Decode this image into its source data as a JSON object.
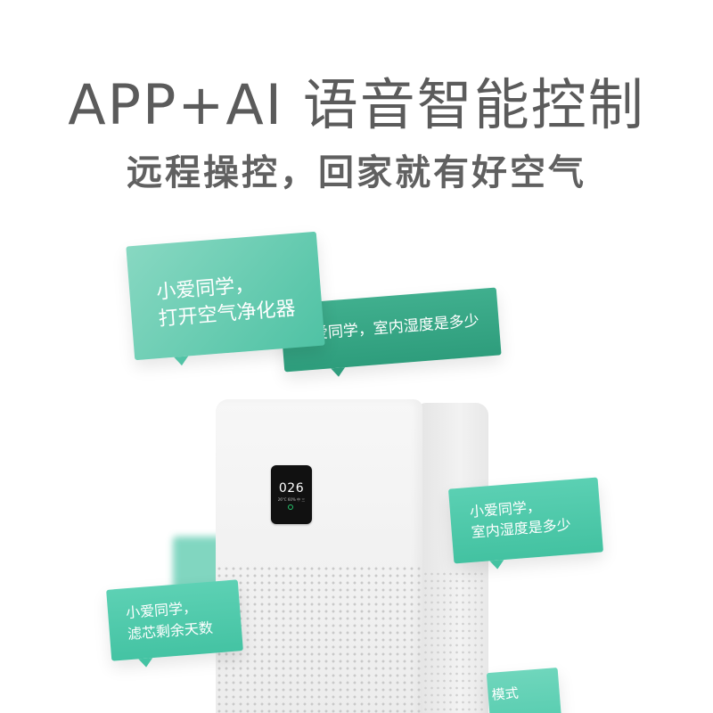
{
  "header": {
    "title": "APP+AI 语音智能控制",
    "subtitle": "远程操控，回家就有好空气"
  },
  "bubbles": [
    {
      "text": "小爱同学，\n打开空气净化器"
    },
    {
      "text": "小爱同学，室内湿度是多少"
    },
    {
      "text": "小爱同学，\n室内湿度是多少"
    },
    {
      "text": "小爱同学，\n滤芯剩余天数"
    },
    {
      "text": "模式"
    }
  ],
  "purifier": {
    "display_value": "026",
    "display_detail": "26°C 60%  中 三"
  },
  "colors": {
    "text_primary": "#5b5b5b",
    "bubble_light": "#4fc2a4",
    "bubble_dark": "#2e9d7c",
    "status_ring": "#25c36a"
  }
}
